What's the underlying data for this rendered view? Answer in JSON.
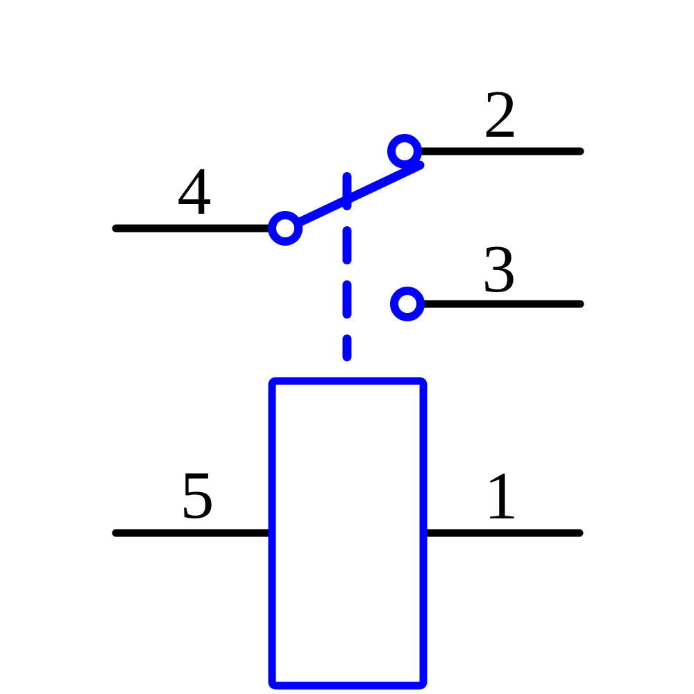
{
  "diagram": {
    "kind": "relay-schematic-symbol"
  },
  "colors": {
    "symbol": "#0000ff",
    "lead": "#000000",
    "label": "#000000",
    "background": "#ffffff"
  },
  "pins": {
    "p1": {
      "label": "1"
    },
    "p2": {
      "label": "2"
    },
    "p3": {
      "label": "3"
    },
    "p4": {
      "label": "4"
    },
    "p5": {
      "label": "5"
    }
  }
}
